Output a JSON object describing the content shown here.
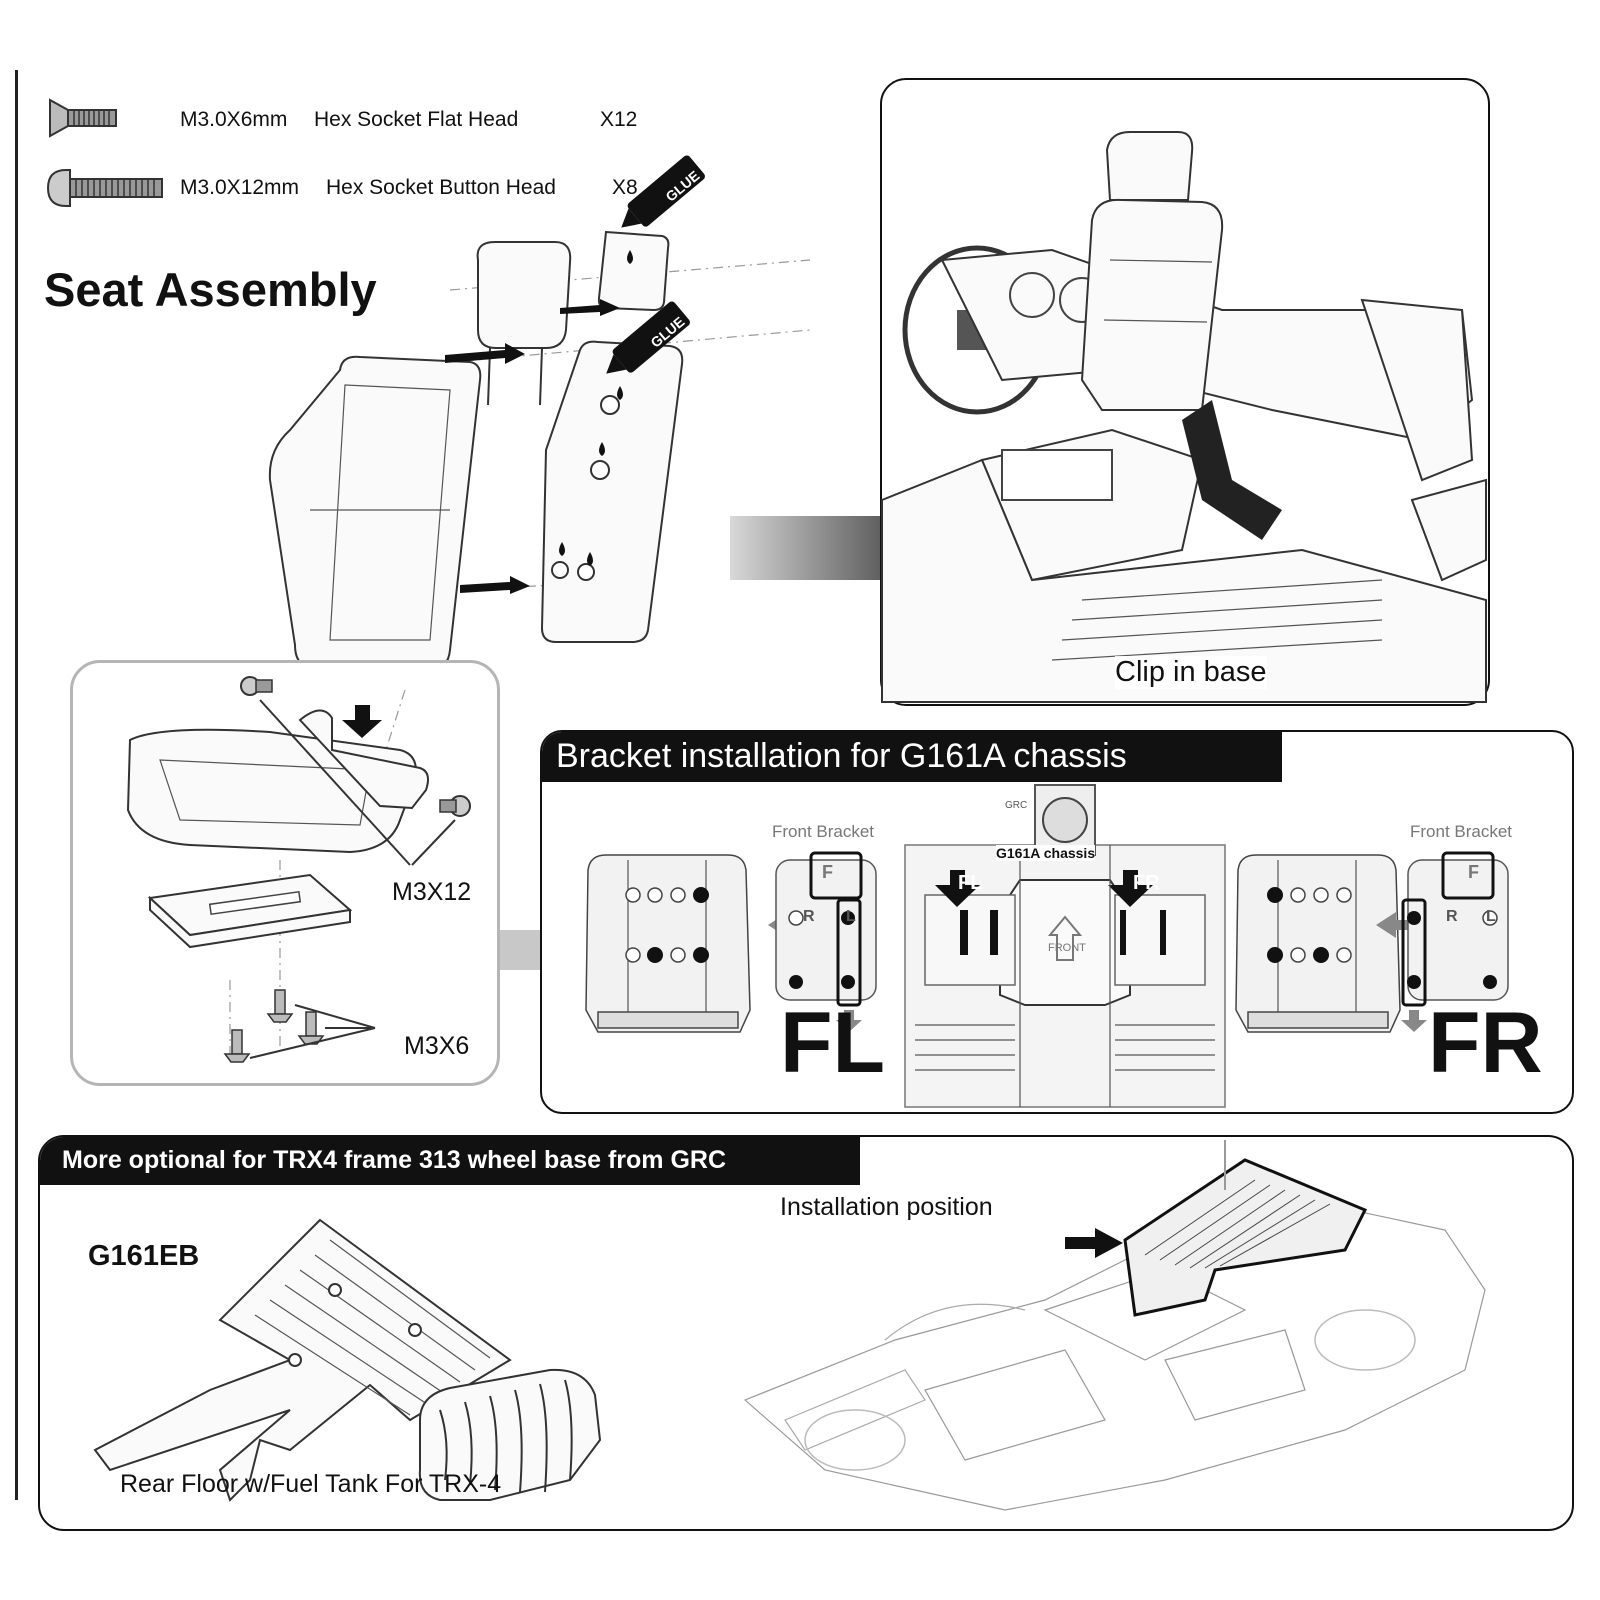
{
  "hardware": [
    {
      "spec": "M3.0X6mm",
      "name": "Hex Socket Flat Head",
      "qty": "X12",
      "icon": "flat-head-screw-icon"
    },
    {
      "spec": "M3.0X12mm",
      "name": "Hex Socket Button Head",
      "qty": "X8",
      "icon": "button-head-screw-icon"
    }
  ],
  "seat_section": {
    "title": "Seat Assembly",
    "glue_labels": [
      "GLUE",
      "GLUE"
    ],
    "screw_labels": {
      "button": "M3X12",
      "flat": "M3X6"
    }
  },
  "install_view": {
    "caption": "Clip in base"
  },
  "bracket_section": {
    "title": "Bracket installation for G161A chassis",
    "front_bracket_left": "Front Bracket",
    "front_bracket_right": "Front Bracket",
    "chassis_label": "G161A chassis",
    "fl_small": "FL",
    "fr_small": "FR",
    "fl_big": "FL",
    "fr_big": "FR",
    "bracket_letters": {
      "f": "F",
      "r": "R",
      "l": "L"
    },
    "front_label": "FRONT",
    "grc_mark": "GRC"
  },
  "optional_section": {
    "title": "More optional for TRX4 frame 313 wheel base from GRC",
    "part_code": "G161EB",
    "part_caption": "Rear Floor w/Fuel Tank For TRX-4",
    "position_label": "Installation position"
  }
}
